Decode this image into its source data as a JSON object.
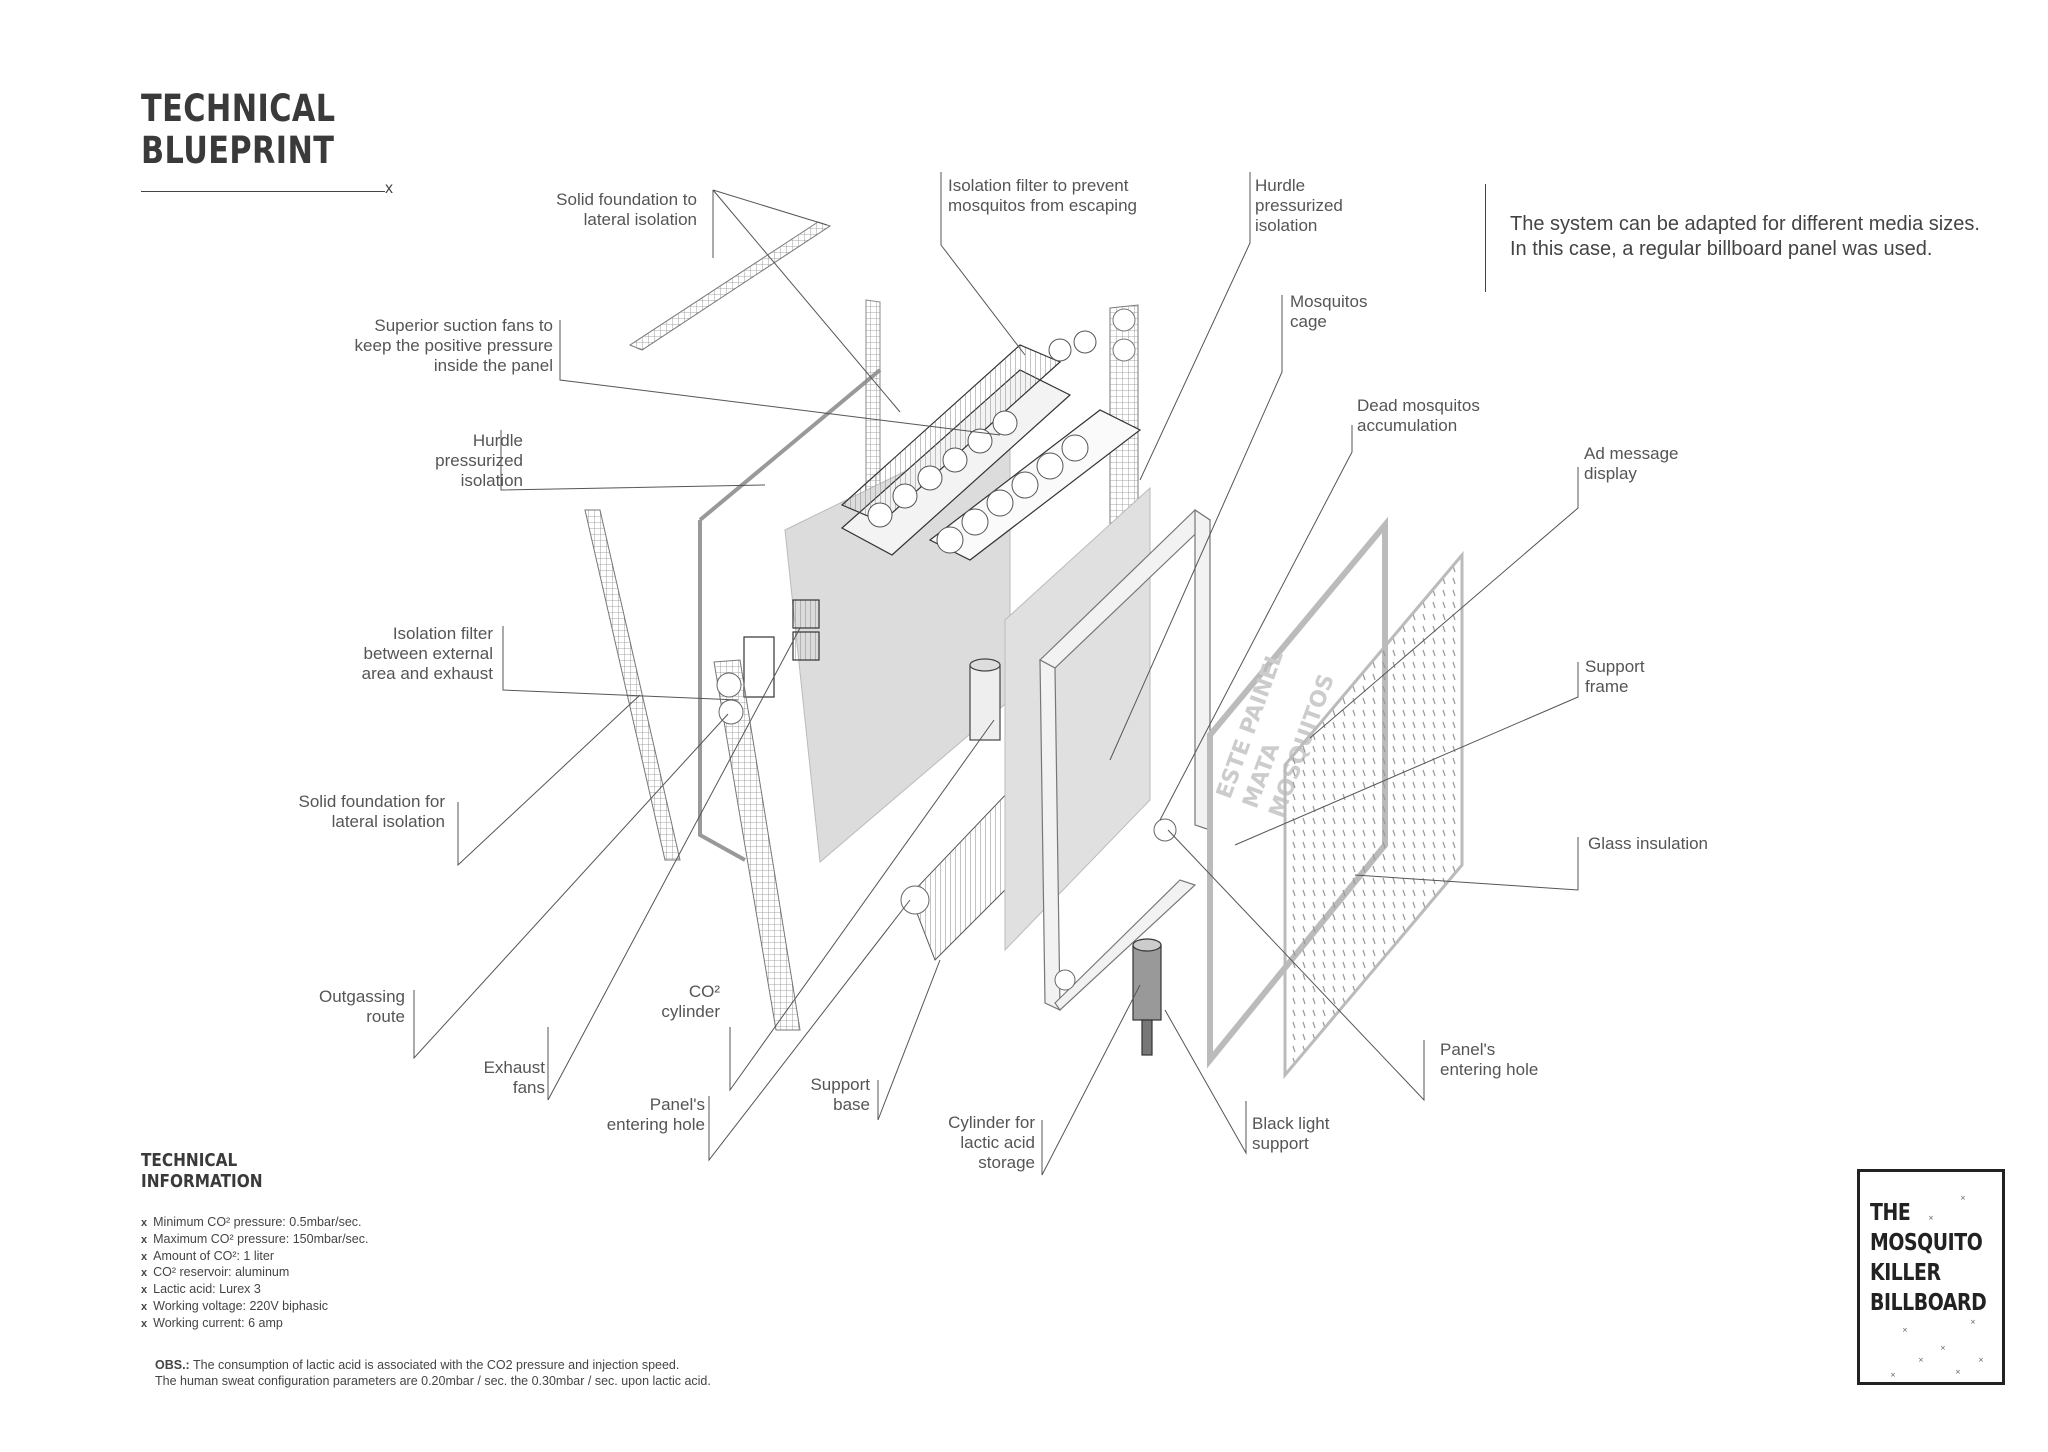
{
  "title": {
    "line1": "TECHNICAL",
    "line2": "BLUEPRINT",
    "marker": "x"
  },
  "intro": "The system can be adapted for different media sizes.\nIn this case, a regular billboard panel was used.",
  "labels": {
    "solid_foundation_top": "Solid foundation to\nlateral isolation",
    "isolation_filter_top": "Isolation filter to prevent\nmosquitos from escaping",
    "hurdle_top": "Hurdle\npressurized\nisolation",
    "superior_fans": "Superior suction fans to\nkeep the positive pressure\ninside the panel",
    "mosquitos_cage": "Mosquitos\ncage",
    "dead_mosquitos": "Dead mosquitos\naccumulation",
    "ad_message": "Ad message\ndisplay",
    "hurdle_left": "Hurdle\npressurized\nisolation",
    "isolation_filter_left": "Isolation filter\nbetween external\narea and exhaust",
    "support_frame": "Support\nframe",
    "solid_foundation_left": "Solid foundation for\nlateral isolation",
    "glass_insulation": "Glass insulation",
    "outgassing": "Outgassing\nroute",
    "co2_cylinder": "CO²\ncylinder",
    "exhaust_fans": "Exhaust\nfans",
    "panels_entering_left": "Panel's\nentering hole",
    "support_base": "Support\nbase",
    "cylinder_lactic": "Cylinder for\nlactic acid\nstorage",
    "black_light": "Black light\nsupport",
    "panels_entering_right": "Panel's\nentering hole"
  },
  "technical_info": {
    "heading": "TECHNICAL\nINFORMATION",
    "bullet": "x",
    "items": [
      "Minimum CO² pressure: 0.5mbar/sec.",
      "Maximum CO² pressure: 150mbar/sec.",
      "Amount of CO²: 1 liter",
      "CO² reservoir: aluminum",
      "Lactic acid: Lurex 3",
      "Working voltage: 220V biphasic",
      "Working current: 6 amp"
    ]
  },
  "obs": {
    "prefix": "OBS.:",
    "line1": " The consumption of lactic acid is associated with the CO2 pressure and injection speed.",
    "line2": "The human sweat configuration parameters are 0.20mbar / sec. the 0.30mbar / sec. upon lactic acid."
  },
  "logo": {
    "text": "THE\nMOSQUITO\nKILLER\nBILLBOARD"
  },
  "display_panel_text": "ESTE PAINEL\nMATA\nMOSQUITOS"
}
